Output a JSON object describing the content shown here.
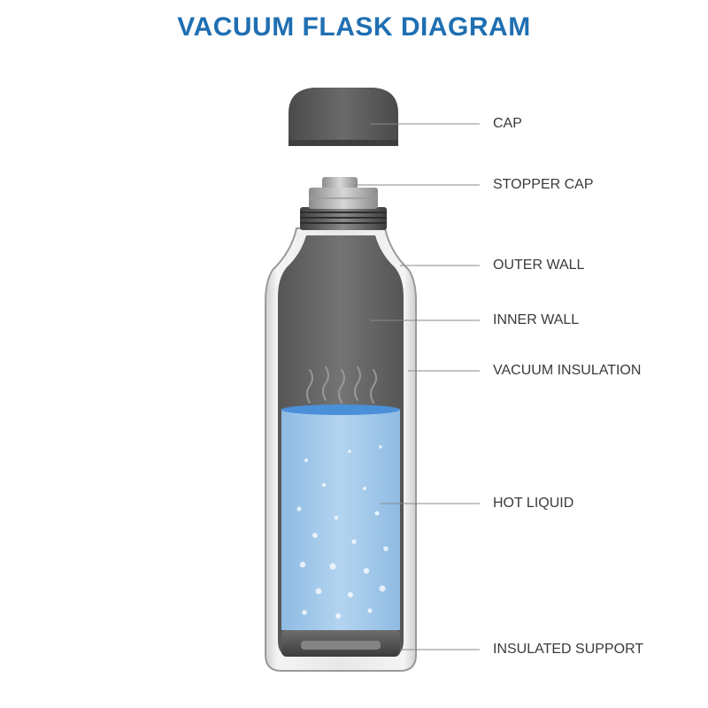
{
  "title": "VACUUM FLASK DIAGRAM",
  "colors": {
    "title": "#1f6fb2",
    "cap": "#5c5c5c",
    "inner_wall": "#6b6b6b",
    "liquid": "#a9cdec",
    "liquid_surface": "#4a90d9",
    "outer_glass": "#e4e4e4",
    "leader_line": "#8a8a8a",
    "label_text": "#3a3a3a"
  },
  "labels": {
    "cap": "CAP",
    "stopper_cap": "STOPPER CAP",
    "outer_wall": "OUTER WALL",
    "inner_wall": "INNER WALL",
    "vacuum_insulation": "VACUUM INSULATION",
    "hot_liquid": "HOT LIQUID",
    "insulated_support": "INSULATED SUPPORT"
  }
}
